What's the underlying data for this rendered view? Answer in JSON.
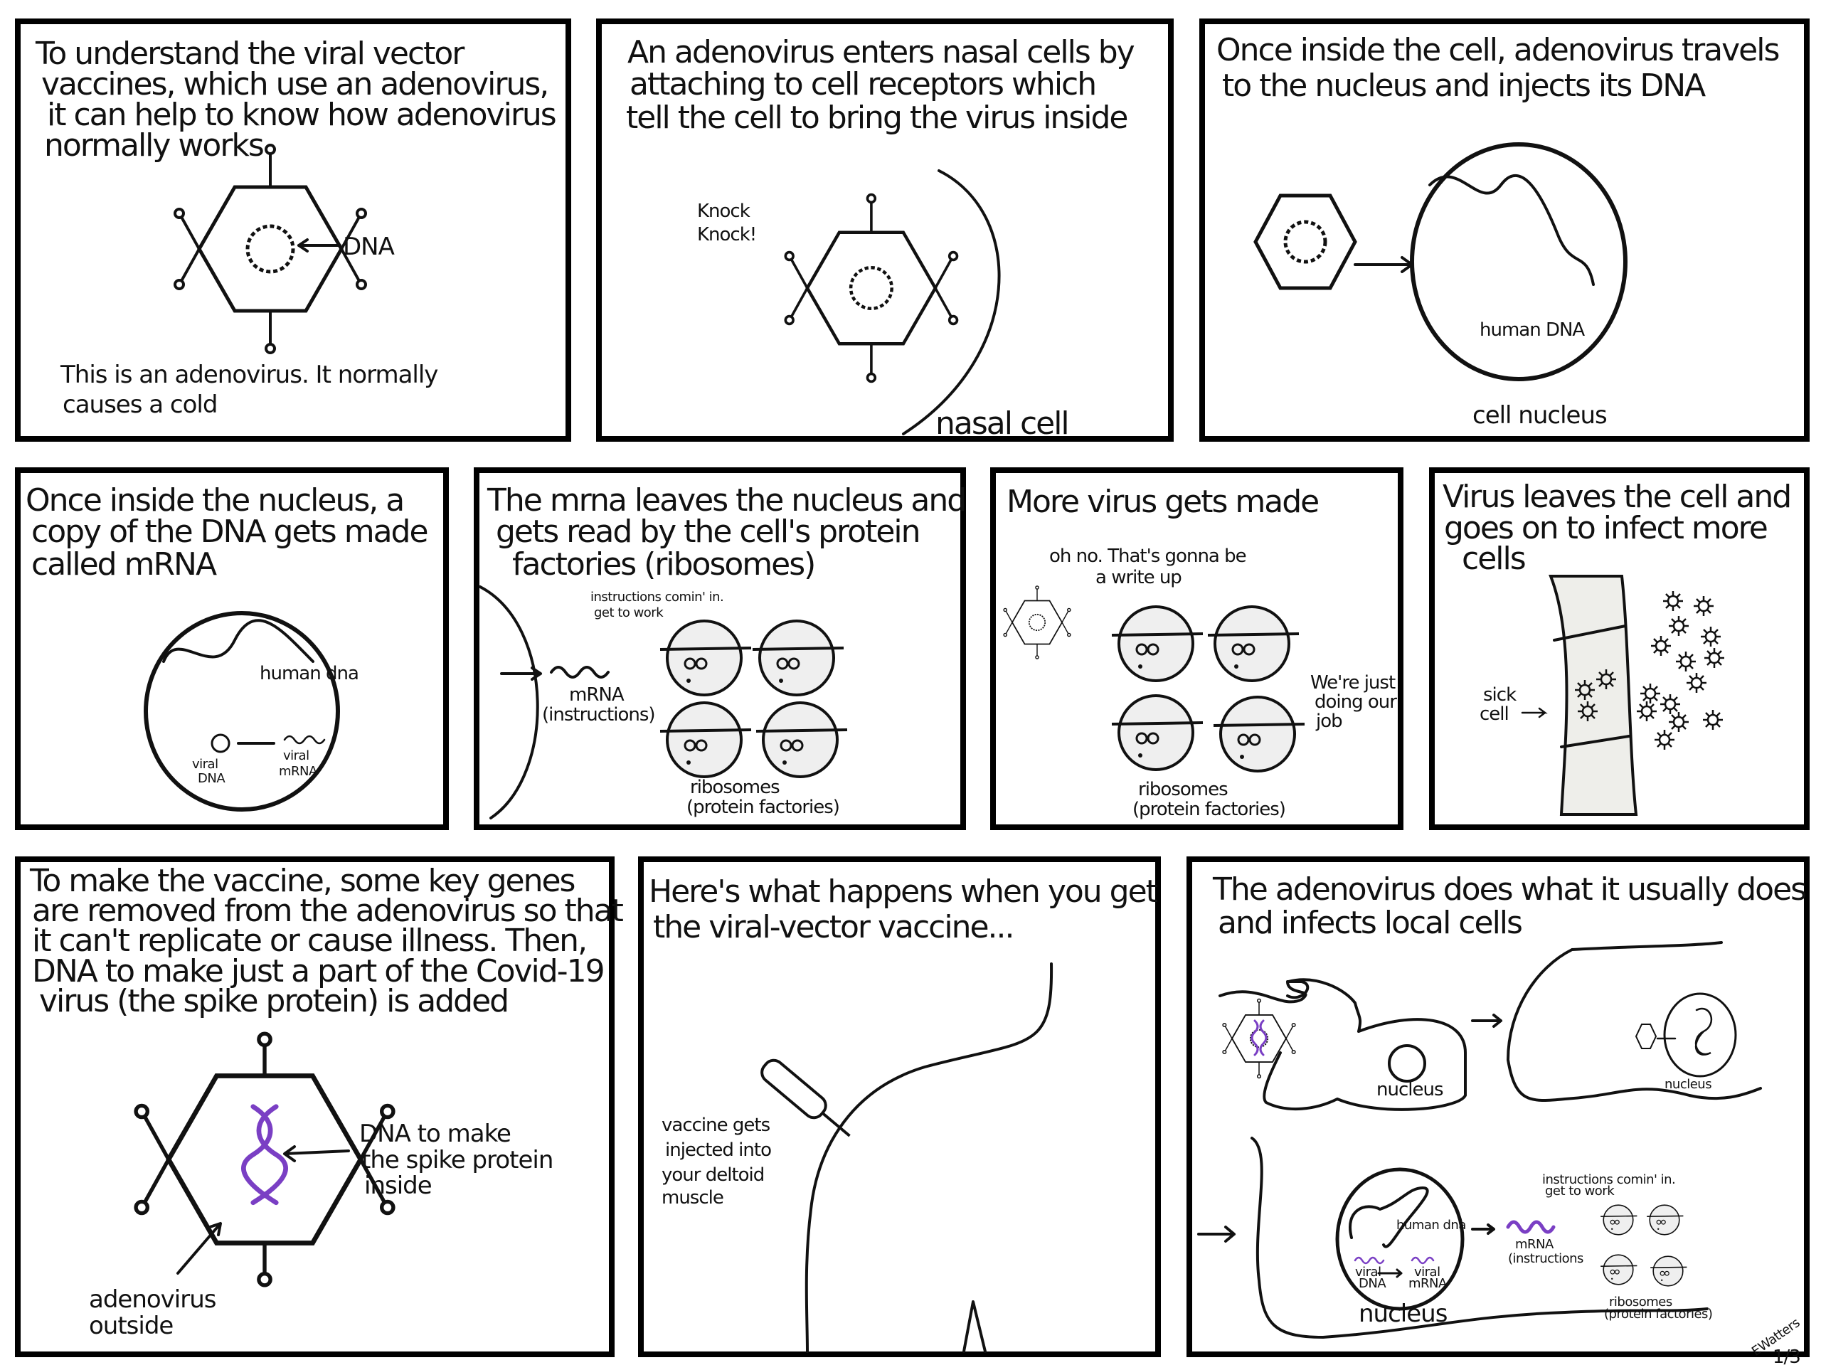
{
  "panels": [
    {
      "caption": [
        "To understand the viral vector",
        "vaccines, which use an adenovirus,",
        "it can help to know how adenovirus",
        "normally works"
      ],
      "labels": {
        "dna": "DNA",
        "note": [
          "This is an adenovirus. It normally",
          "causes a cold"
        ]
      }
    },
    {
      "caption": [
        "An adenovirus enters nasal cells by",
        "attaching to cell receptors which",
        "tell the cell to bring the virus inside"
      ],
      "labels": {
        "knock": [
          "Knock",
          "Knock!"
        ],
        "cell": "nasal cell"
      }
    },
    {
      "caption": [
        "Once inside the cell, adenovirus travels",
        "to the nucleus and injects its DNA"
      ],
      "labels": {
        "human_dna": "human DNA",
        "nucleus": "cell nucleus"
      }
    },
    {
      "caption": [
        "Once inside the nucleus, a",
        "copy of the DNA gets made",
        "called mRNA"
      ],
      "labels": {
        "human_dna": "human dna",
        "viral_dna": [
          "viral",
          "DNA"
        ],
        "viral_mrna": [
          "viral",
          "mRNA"
        ]
      }
    },
    {
      "caption": [
        "The mrna leaves the nucleus and",
        "gets read by the cell's protein",
        "factories (ribosomes)"
      ],
      "labels": {
        "speech": [
          "instructions comin' in.",
          "get to work"
        ],
        "mrna": [
          "mRNA",
          "(instructions)"
        ],
        "ribosomes": [
          "ribosomes",
          "(protein factories)"
        ]
      }
    },
    {
      "caption": [
        "More virus gets made"
      ],
      "labels": {
        "speech": [
          "oh no. That's gonna be",
          "a write up"
        ],
        "reply": [
          "We're just",
          "doing our",
          "job"
        ],
        "ribosomes": [
          "ribosomes",
          "(protein factories)"
        ]
      }
    },
    {
      "caption": [
        "Virus leaves the cell and",
        "goes on to infect more",
        "cells"
      ],
      "labels": {
        "sick_cell": [
          "sick",
          "cell"
        ]
      }
    },
    {
      "caption": [
        "To make the vaccine, some key genes",
        "are removed from the adenovirus so that",
        "it can't replicate or cause illness. Then,",
        "DNA to make just a part of the Covid-19",
        "virus (the spike protein) is added"
      ],
      "labels": {
        "dna_spike": [
          "DNA to make",
          "the spike protein",
          "inside"
        ],
        "outside": [
          "adenovirus",
          "outside"
        ]
      }
    },
    {
      "caption": [
        "Here's what happens when you get",
        "the viral-vector vaccine..."
      ],
      "labels": {
        "injected": [
          "vaccine gets",
          "injected into",
          "your deltoid",
          "muscle"
        ]
      }
    },
    {
      "caption": [
        "The adenovirus does what it usually does",
        "and infects local cells"
      ],
      "labels": {
        "nucleus1": "nucleus",
        "nucleus2": "nucleus",
        "nucleus3": "nucleus",
        "human_dna": "human dna",
        "viral_dna": [
          "viral",
          "DNA"
        ],
        "viral_mrna": [
          "viral",
          "mRNA"
        ],
        "speech": [
          "instructions comin' in.",
          "get to work"
        ],
        "mrna": [
          "mRNA",
          "(instructions"
        ],
        "ribosomes": [
          "ribosomes",
          "(protein factories)"
        ]
      }
    }
  ],
  "signature": "EWatters",
  "page_number": "1/3",
  "colors": {
    "viral_dna": "#7a3fc4",
    "ink": "#111111"
  }
}
